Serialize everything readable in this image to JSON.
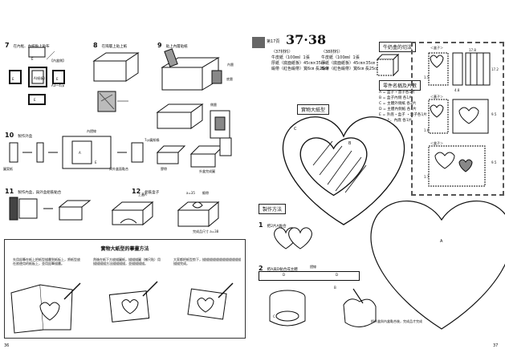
{
  "left_page": {
    "page_number": "36",
    "steps": [
      {
        "num": "7",
        "text": "在內框、內紙黏上貼布"
      },
      {
        "num": "8",
        "text": "在隔層上貼上紙"
      },
      {
        "num": "9",
        "text": "貼上內層貼紙"
      },
      {
        "num": "10",
        "text": "製作外盒"
      },
      {
        "num": "11",
        "text": "製作內盒，與外盒組裝黏合"
      },
      {
        "num": "12",
        "text": "組裝盒子"
      }
    ],
    "step7_labels": {
      "e_top": "E",
      "inner_label": "【內盒側】",
      "e_left": "E",
      "a_center": "A(紙板)",
      "e_right": "E",
      "e_bottom": "E",
      "ref": "A3～4㎝"
    },
    "step9_labels": {
      "interior": "內層",
      "bottom": "底層",
      "side": "側層"
    },
    "step10_labels": {
      "fold": "內摺線",
      "a": "A",
      "e": "E",
      "bond": "與外盒面黏合",
      "tape": "膠帶",
      "strip": "7㎝寬紙條",
      "finish": "外盒完成圖",
      "pattern": "圖案紙"
    },
    "step12_labels": {
      "lid": "上蓋A",
      "size": "a=35",
      "ribbon": "緞帶",
      "finish": "完成品尺寸 a=38"
    },
    "note_box": {
      "title": "實物大紙型的摹畫方法",
      "col1": "先用鉛筆在紙上把紙型描畫到紙板上，將紙型放在欲使用的紙板上，並用鉛筆描畫。",
      "col2": "然後在紙下方放描圖紙，描描描圖（樣尺貼）用描描描描方法描描描描，並描描描描。",
      "col3": "大家都把紙型剪下，描描描描描描描描描描描描描描完成。"
    }
  },
  "right_page": {
    "page_number": "37",
    "header_prefix": "第17頁",
    "header_title": "37·38",
    "materials_37": {
      "title": "〈37材料〉",
      "lines": [
        "牛皮紙（100㎜）1張",
        "厚紙（底面紙板）45㎝×35㎝",
        "緞帶（紅色緞帶）寬6㎝ 長25㎝"
      ]
    },
    "materials_38": {
      "title": "〈38材料〉",
      "lines": [
        "牛皮紙（100㎜）1張",
        "厚紙（底面紙板）45㎝×35㎝",
        "緞帶（紅色緞帶）寬6㎝ 長25㎝"
      ]
    },
    "cut_title": "牛奶盒的切法",
    "parts_title": "零件名稱及片數",
    "parts": [
      "A = 盒子・蓋子各1片",
      "B = 盒子內側 各1片",
      "C = 主體外側紙 各2片",
      "D = 主體內側紙 各1片",
      "E = 外底・盒子 ・蓋子各1片",
      "F = 上、內底 各1片"
    ],
    "pattern_tabs": [
      "＜盒子＞",
      "＜蓋子＞",
      "＜盒子＞"
    ],
    "pattern_numbers": [
      "17.8",
      "1.5",
      "4.8",
      "17.2",
      "1.6",
      "9.5",
      "9.5",
      "1.7"
    ],
    "full_size_title": "實物大紙型",
    "heart_labels": {
      "large": "A",
      "inner": "B",
      "outer_label": "C"
    },
    "method_title": "製作方法",
    "method_steps": [
      {
        "num": "1",
        "text": "把2片A黏合"
      },
      {
        "num": "2",
        "text": "把A與D黏合成主體"
      }
    ],
    "method_labels": {
      "d": "D",
      "b": "B",
      "c": "C",
      "fold": "摺線",
      "finish": "把外盒與內盒黏合後，完成品才完成"
    }
  }
}
